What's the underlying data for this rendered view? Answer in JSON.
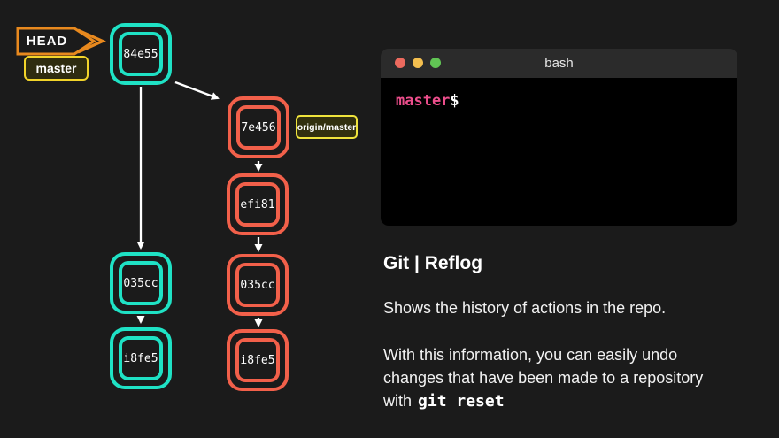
{
  "background_color": "#1B1B1B",
  "graph": {
    "colors": {
      "local_branch": "#1FE2C5",
      "origin_branch": "#F2604A",
      "head_outline": "#E8891E",
      "tag_yellow": "#F2D42A",
      "arrow": "#FFFFFF"
    },
    "head_tag": {
      "label": "HEAD"
    },
    "branch_tags": [
      {
        "label": "master"
      },
      {
        "label": "origin/master"
      }
    ],
    "nodes": [
      {
        "id": "84e55",
        "label": "84e55",
        "branch": "local"
      },
      {
        "id": "7e456",
        "label": "7e456",
        "branch": "origin"
      },
      {
        "id": "efi81",
        "label": "efi81",
        "branch": "origin"
      },
      {
        "id": "035cc-local",
        "label": "035cc",
        "branch": "local"
      },
      {
        "id": "035cc-origin",
        "label": "035cc",
        "branch": "origin"
      },
      {
        "id": "i8fe5-local",
        "label": "i8fe5",
        "branch": "local"
      },
      {
        "id": "i8fe5-origin",
        "label": "i8fe5",
        "branch": "origin"
      }
    ],
    "edges": [
      {
        "from": "84e55",
        "to": "035cc-local"
      },
      {
        "from": "84e55",
        "to": "7e456"
      },
      {
        "from": "7e456",
        "to": "efi81"
      },
      {
        "from": "efi81",
        "to": "035cc-origin"
      },
      {
        "from": "035cc-origin",
        "to": "i8fe5-origin"
      },
      {
        "from": "035cc-local",
        "to": "i8fe5-local"
      }
    ]
  },
  "terminal": {
    "title": "bash",
    "traffic_light_colors": [
      "#EC6A5E",
      "#F4BF4F",
      "#61C554"
    ],
    "prompt": {
      "branch": "master",
      "symbol": "$",
      "branch_color": "#ED4E8C"
    }
  },
  "content": {
    "heading": "Git | Reflog",
    "para1": "Shows the history of actions in the repo.",
    "para2_line1": "With this information, you can easily undo",
    "para2_line2": "changes that have been made to a repository",
    "para2_line3_prefix": "with",
    "para2_code": "git reset"
  }
}
